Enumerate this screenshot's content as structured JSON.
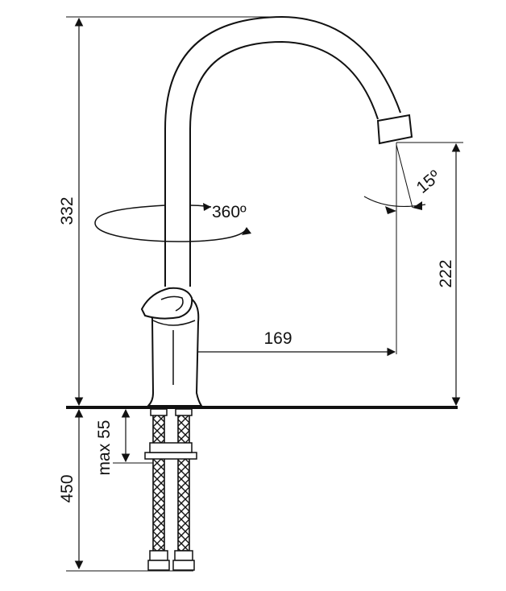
{
  "dimensions": {
    "total_height": "332",
    "spout_height": "222",
    "spout_reach": "169",
    "rotation": "360º",
    "spout_tilt": "15º",
    "max_depth": "max 55",
    "hose_length": "450"
  },
  "colors": {
    "line": "#111111",
    "background": "#ffffff",
    "countertop": "#111111"
  }
}
